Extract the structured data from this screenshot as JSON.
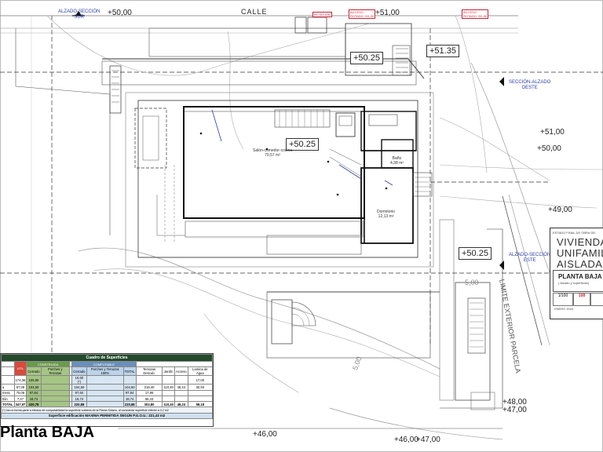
{
  "street": "CALLE",
  "sections": {
    "sur": "ALZADO-SECCIÓN\nSUR",
    "oeste": "SECCIÓN-ALZADO\nOESTE",
    "este": "ALZADO-SECCIÓN\nESTE"
  },
  "red_tags": [
    "ROTACIÓN",
    "ACCESO\nROTADO +51.00",
    "ACCESO\nROTADO +51.00"
  ],
  "elevations": {
    "top_5000": "+50,00",
    "top_5100": "+51,00",
    "right_5100": "+51,00",
    "right_5000": "+50,00",
    "right_4900": "+49,00",
    "bot_4800": "+48,00",
    "bot_4700": "+47,00",
    "bot_4600": "+46,00",
    "bot_4600b": "+46,00",
    "bot_4700b": "+47,00",
    "box_5025_top": "+50.25",
    "box_5135": "+51.35",
    "box_5025_mid": "+50.25",
    "box_5025_right": "+50.25"
  },
  "rooms": {
    "salon": "Salón-comedor-cocina\n70,57 m²",
    "bano": "Baño\n4,38 m²",
    "dormitorio": "Dormitorio\n12,13 m²"
  },
  "limite": "LIMITE EXTERIOR PARCELA",
  "dims": {
    "d500": "5,00",
    "d500b": "5,00"
  },
  "title_block": {
    "estado": "ESTADO FINAL DE OBRA DE:",
    "line1": "VIVIENDA",
    "line2": "UNIFAMILIAR",
    "line3": "AISLADA",
    "planta": "PLANTA BAJA",
    "planta_sub": "( Alzado y superficies)",
    "escala": "1/100",
    "num": "108",
    "fecha": "ENERO 2020"
  },
  "surf_table": {
    "title": "Cuadro de Superficies",
    "groups": [
      "CONSTRUIDA",
      "COMPUTABLE"
    ],
    "uti": "UTIL",
    "cols": [
      "Cerrado",
      "Porches y Terrazas",
      "Cerrado",
      "Porches y Terrazas 100%",
      "TOTAL",
      "Terrazas Descub.",
      "Jardín",
      "Acceso",
      "Lamina de Agua"
    ],
    "rows": [
      {
        "name": "",
        "vals": [
          "174,36",
          "105,90",
          "",
          "",
          "16.60 (*)",
          "",
          "",
          "",
          "",
          "",
          "17,00"
        ]
      },
      {
        "name": "a",
        "vals": [
          "87,08",
          "104,50",
          "",
          "",
          "104,50",
          "",
          "104,50",
          "216,40",
          "110,40",
          "48,24",
          "30,93"
        ]
      },
      {
        "name": "mera",
        "vals": [
          "75,06",
          "97,64",
          "",
          "",
          "97,64",
          "",
          "97,64",
          "17,95",
          "",
          "",
          ""
        ]
      },
      {
        "name": "tlón",
        "vals": [
          "7,47",
          "18,74",
          "",
          "",
          "18,74",
          "",
          "18,74",
          "58,43",
          "",
          "",
          ""
        ]
      },
      {
        "name": "TOTAL",
        "vals": [
          "347,97",
          "420,78",
          "",
          "",
          "220,88",
          "",
          "220,88",
          "302,80",
          "110,40",
          "48,24",
          "58,18"
        ]
      }
    ],
    "note": "(*) los no forma parte a efectos de computabilidad la superficie cubierta de la Planta Sótano, al considerar superficie inferior a 0,2 m2",
    "summary": "Superficie edificación MAXIMA PERMITIDA SEGÚN P.G.O.U.: 221,43 m2"
  },
  "caption": "Planta BAJA"
}
